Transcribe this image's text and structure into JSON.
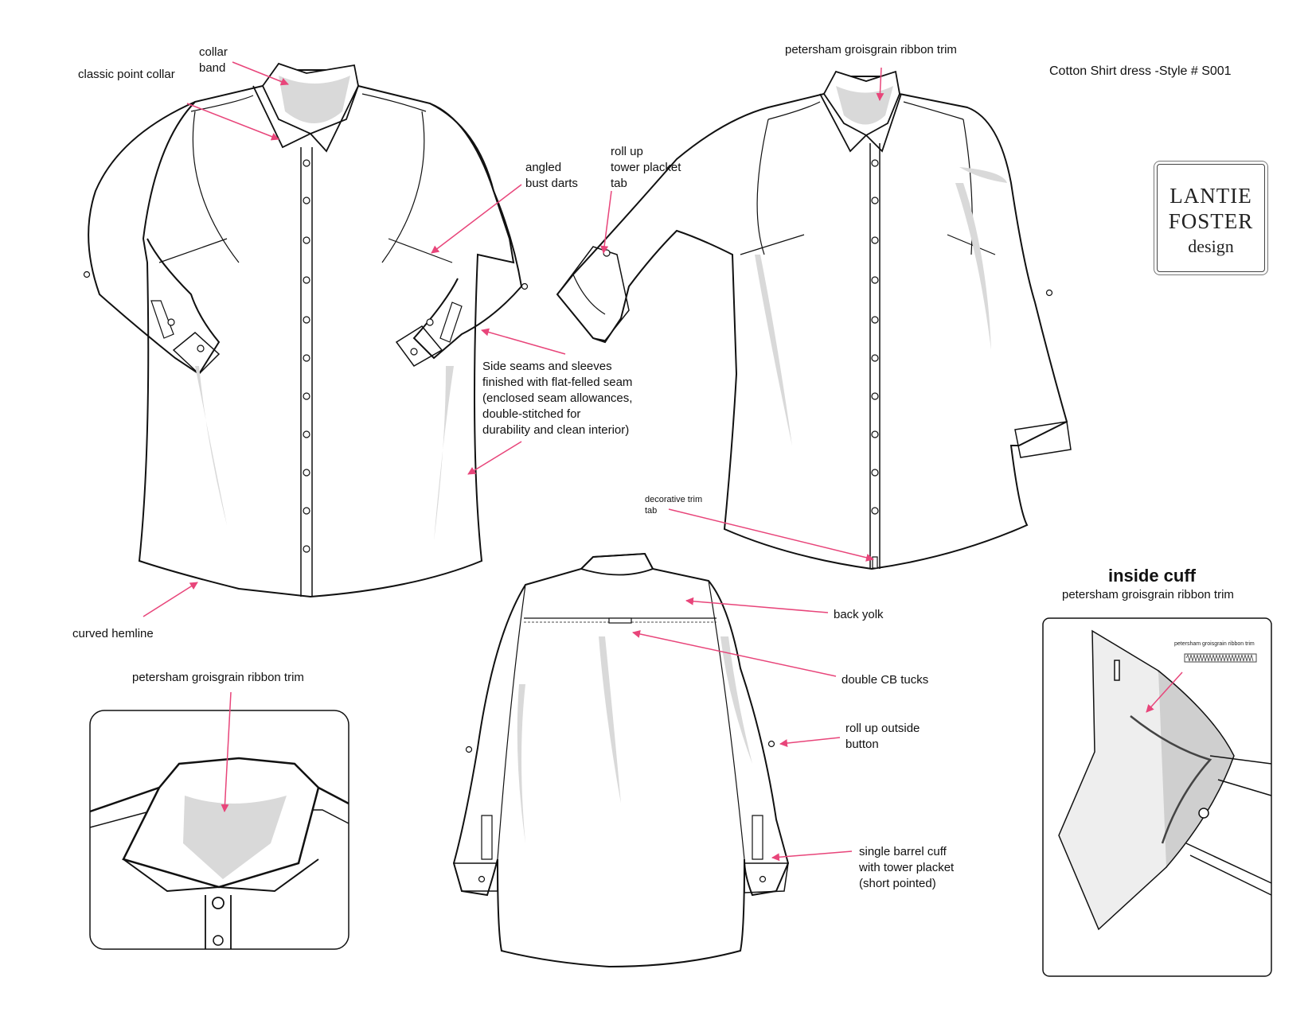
{
  "header": {
    "style_title": "Cotton Shirt dress   -Style # S001"
  },
  "logo": {
    "line1": "LANTIE",
    "line2": "FOSTER",
    "line3": "design"
  },
  "front_view": {
    "classic_point_collar": "classic point collar",
    "collar_band": "collar\nband",
    "angled_bust_darts": "angled\nbust darts",
    "side_seams": "Side seams and sleeves\nfinished with flat-felled seam\n(enclosed seam allowances,\ndouble-stitched for\ndurability and clean interior)",
    "curved_hemline": "curved hemline"
  },
  "rollup_view": {
    "ribbon_trim": "petersham groisgrain ribbon trim",
    "roll_up_tab": "roll up\ntower placket\ntab",
    "decorative_trim_tab": "decorative trim\ntab"
  },
  "back_view": {
    "back_yolk": "back yolk",
    "double_cb_tucks": "double CB tucks",
    "roll_up_button": "roll up outside\nbutton",
    "single_barrel_cuff": "single barrel cuff\nwith tower placket\n(short pointed)"
  },
  "collar_detail": {
    "ribbon_trim": "petersham groisgrain ribbon trim"
  },
  "inside_cuff": {
    "title": "inside cuff",
    "subtitle": "petersham groisgrain ribbon trim",
    "trim_label": "petersham groisgrain ribbon trim"
  },
  "colors": {
    "annotation_arrow": "#e8457a",
    "line": "#111111",
    "shading": "#d9d9d9"
  }
}
